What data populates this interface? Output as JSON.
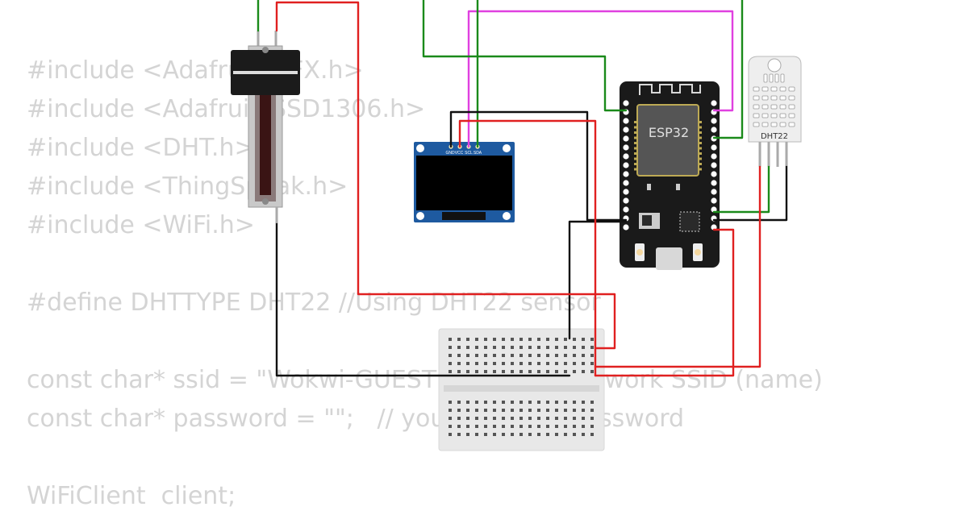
{
  "code_lines": [
    "#include <Adafruit_GFX.h>",
    "#include <Adafruit_SSD1306.h>",
    "#include <DHT.h>",
    "#include <ThingSpeak.h>",
    "#include <WiFi.h>",
    "",
    "#define DHTTYPE DHT22 //Using DHT22 sensor",
    "",
    "const char* ssid = \"Wokwi-GUEST\";   // your network SSID (name)",
    "const char* password = \"\";   // your network password",
    "",
    "WiFiClient  client;"
  ],
  "components": {
    "esp32_label": "ESP32",
    "dht22_label": "DHT22",
    "oled_pins": [
      "GND",
      "VCC",
      "SCL",
      "SDA"
    ]
  },
  "wire_colors": {
    "red": "#e02020",
    "black": "#111111",
    "green": "#1a8a1a",
    "magenta": "#e040e0"
  }
}
